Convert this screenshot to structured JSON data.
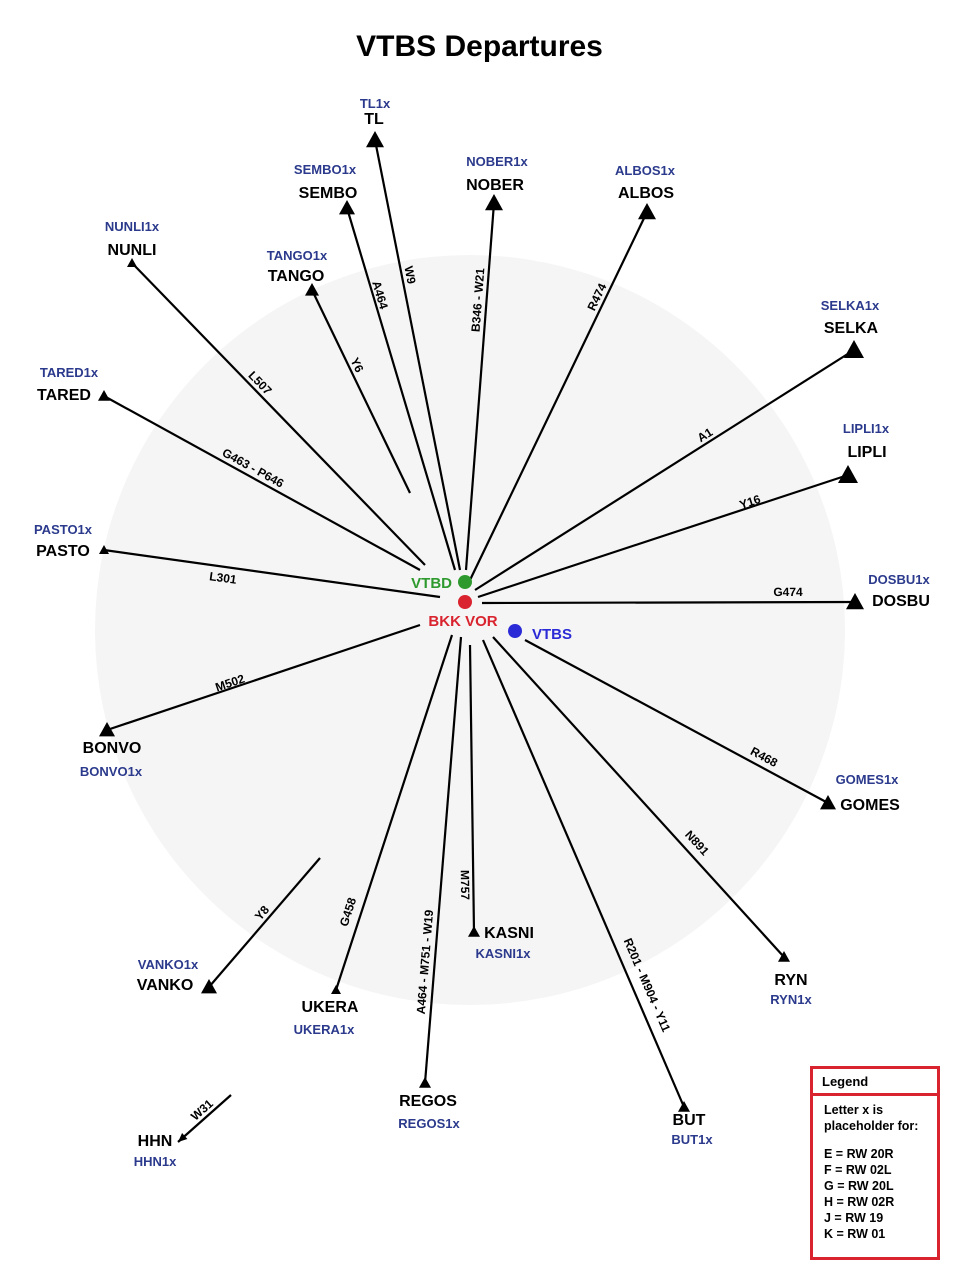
{
  "title": "VTBS Departures",
  "center": {
    "vtbd": {
      "label": "VTBD",
      "color": "#2e9a2e"
    },
    "bkk": {
      "label": "BKK VOR",
      "color": "#d9232e"
    },
    "vtbs": {
      "label": "VTBS",
      "color": "#2a2ad6"
    }
  },
  "fixes": [
    {
      "name": "TL",
      "sid": "TL1x",
      "airway": "W9"
    },
    {
      "name": "SEMBO",
      "sid": "SEMBO1x",
      "airway": "A464"
    },
    {
      "name": "NOBER",
      "sid": "NOBER1x",
      "airway": "B346 - W21"
    },
    {
      "name": "ALBOS",
      "sid": "ALBOS1x",
      "airway": "R474"
    },
    {
      "name": "NUNLI",
      "sid": "NUNLI1x",
      "airway": "L507"
    },
    {
      "name": "TANGO",
      "sid": "TANGO1x",
      "airway": "Y6"
    },
    {
      "name": "SELKA",
      "sid": "SELKA1x",
      "airway": "A1"
    },
    {
      "name": "TARED",
      "sid": "TARED1x",
      "airway": "G463  -  P646"
    },
    {
      "name": "LIPLI",
      "sid": "LIPLI1x",
      "airway": "Y16"
    },
    {
      "name": "PASTO",
      "sid": "PASTO1x",
      "airway": "L301"
    },
    {
      "name": "DOSBU",
      "sid": "DOSBU1x",
      "airway": "G474"
    },
    {
      "name": "BONVO",
      "sid": "BONVO1x",
      "airway": "M502"
    },
    {
      "name": "GOMES",
      "sid": "GOMES1x",
      "airway": "R468"
    },
    {
      "name": "VANKO",
      "sid": "VANKO1x",
      "airway": "Y8"
    },
    {
      "name": "UKERA",
      "sid": "UKERA1x",
      "airway": "G458"
    },
    {
      "name": "KASNI",
      "sid": "KASNI1x",
      "airway": "M757"
    },
    {
      "name": "REGOS",
      "sid": "REGOS1x",
      "airway": "A464 - M751 - W19"
    },
    {
      "name": "RYN",
      "sid": "RYN1x",
      "airway": "N891"
    },
    {
      "name": "BUT",
      "sid": "BUT1x",
      "airway": "R201 - M904 - Y11"
    },
    {
      "name": "HHN",
      "sid": "HHN1x",
      "airway": "W31"
    }
  ],
  "legend": {
    "title": "Legend",
    "intro": "Letter x is placeholder for:",
    "items": [
      "E = RW 20R",
      "F = RW 02L",
      "G = RW 20L",
      "H = RW 02R",
      "J = RW 19",
      "K = RW 01"
    ]
  }
}
